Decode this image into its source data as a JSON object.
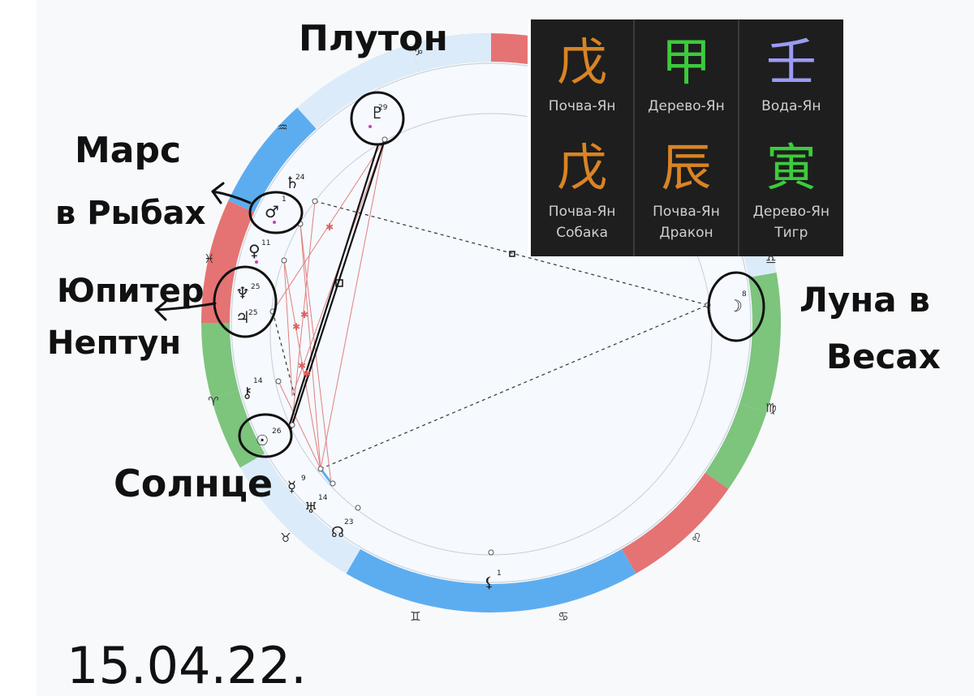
{
  "panel": {
    "cells": [
      {
        "glyph": "戊",
        "label": "Почва-Ян",
        "sub": "",
        "color": "#d98424"
      },
      {
        "glyph": "甲",
        "label": "Дерево-Ян",
        "sub": "",
        "color": "#3ccb3c"
      },
      {
        "glyph": "壬",
        "label": "Вода-Ян",
        "sub": "",
        "color": "#9b9bf5"
      },
      {
        "glyph": "戊",
        "label": "Почва-Ян",
        "sub": "Собака",
        "color": "#d98424"
      },
      {
        "glyph": "辰",
        "label": "Почва-Ян",
        "sub": "Дракон",
        "color": "#d98424"
      },
      {
        "glyph": "寅",
        "label": "Дерево-Ян",
        "sub": "Тигр",
        "color": "#3ccb3c"
      }
    ]
  },
  "annotations": {
    "pluto": "Плутон",
    "mars": "Марс",
    "mars2": "в Рыбах",
    "jupiter": "Юпитер",
    "neptune": "Нептун",
    "moon": "Луна в",
    "moon2": "Весах",
    "sun": "Солнце",
    "date": "15.04.22."
  },
  "signs": {
    "capricorn": "♑",
    "aquarius": "♒",
    "pisces": "♓",
    "aries": "♈",
    "taurus": "♉",
    "gemini": "♊",
    "cancer": "♋",
    "leo": "♌",
    "virgo": "♍",
    "libra": "♎"
  },
  "planets": {
    "pluto": {
      "glyph": "♇",
      "deg": "29"
    },
    "saturn": {
      "glyph": "♄",
      "deg": "24"
    },
    "mars": {
      "glyph": "♂",
      "deg": "1"
    },
    "venus": {
      "glyph": "♀",
      "deg": "11"
    },
    "neptune": {
      "glyph": "♆",
      "deg": "25"
    },
    "jupiter": {
      "glyph": "♃",
      "deg": "25"
    },
    "chiron": {
      "glyph": "⚷",
      "deg": "14"
    },
    "sun": {
      "glyph": "☉",
      "deg": "26"
    },
    "mercury": {
      "glyph": "☿",
      "deg": "9"
    },
    "uranus": {
      "glyph": "♅",
      "deg": "14"
    },
    "node": {
      "glyph": "☊",
      "deg": "23"
    },
    "lilith": {
      "glyph": "⚸",
      "deg": "1"
    },
    "moon": {
      "glyph": "☽",
      "deg": "8"
    }
  },
  "colors": {
    "red": "#e57373",
    "green": "#7dc47d",
    "blue": "#5cadf0",
    "lightblue": "#dcebf9"
  }
}
